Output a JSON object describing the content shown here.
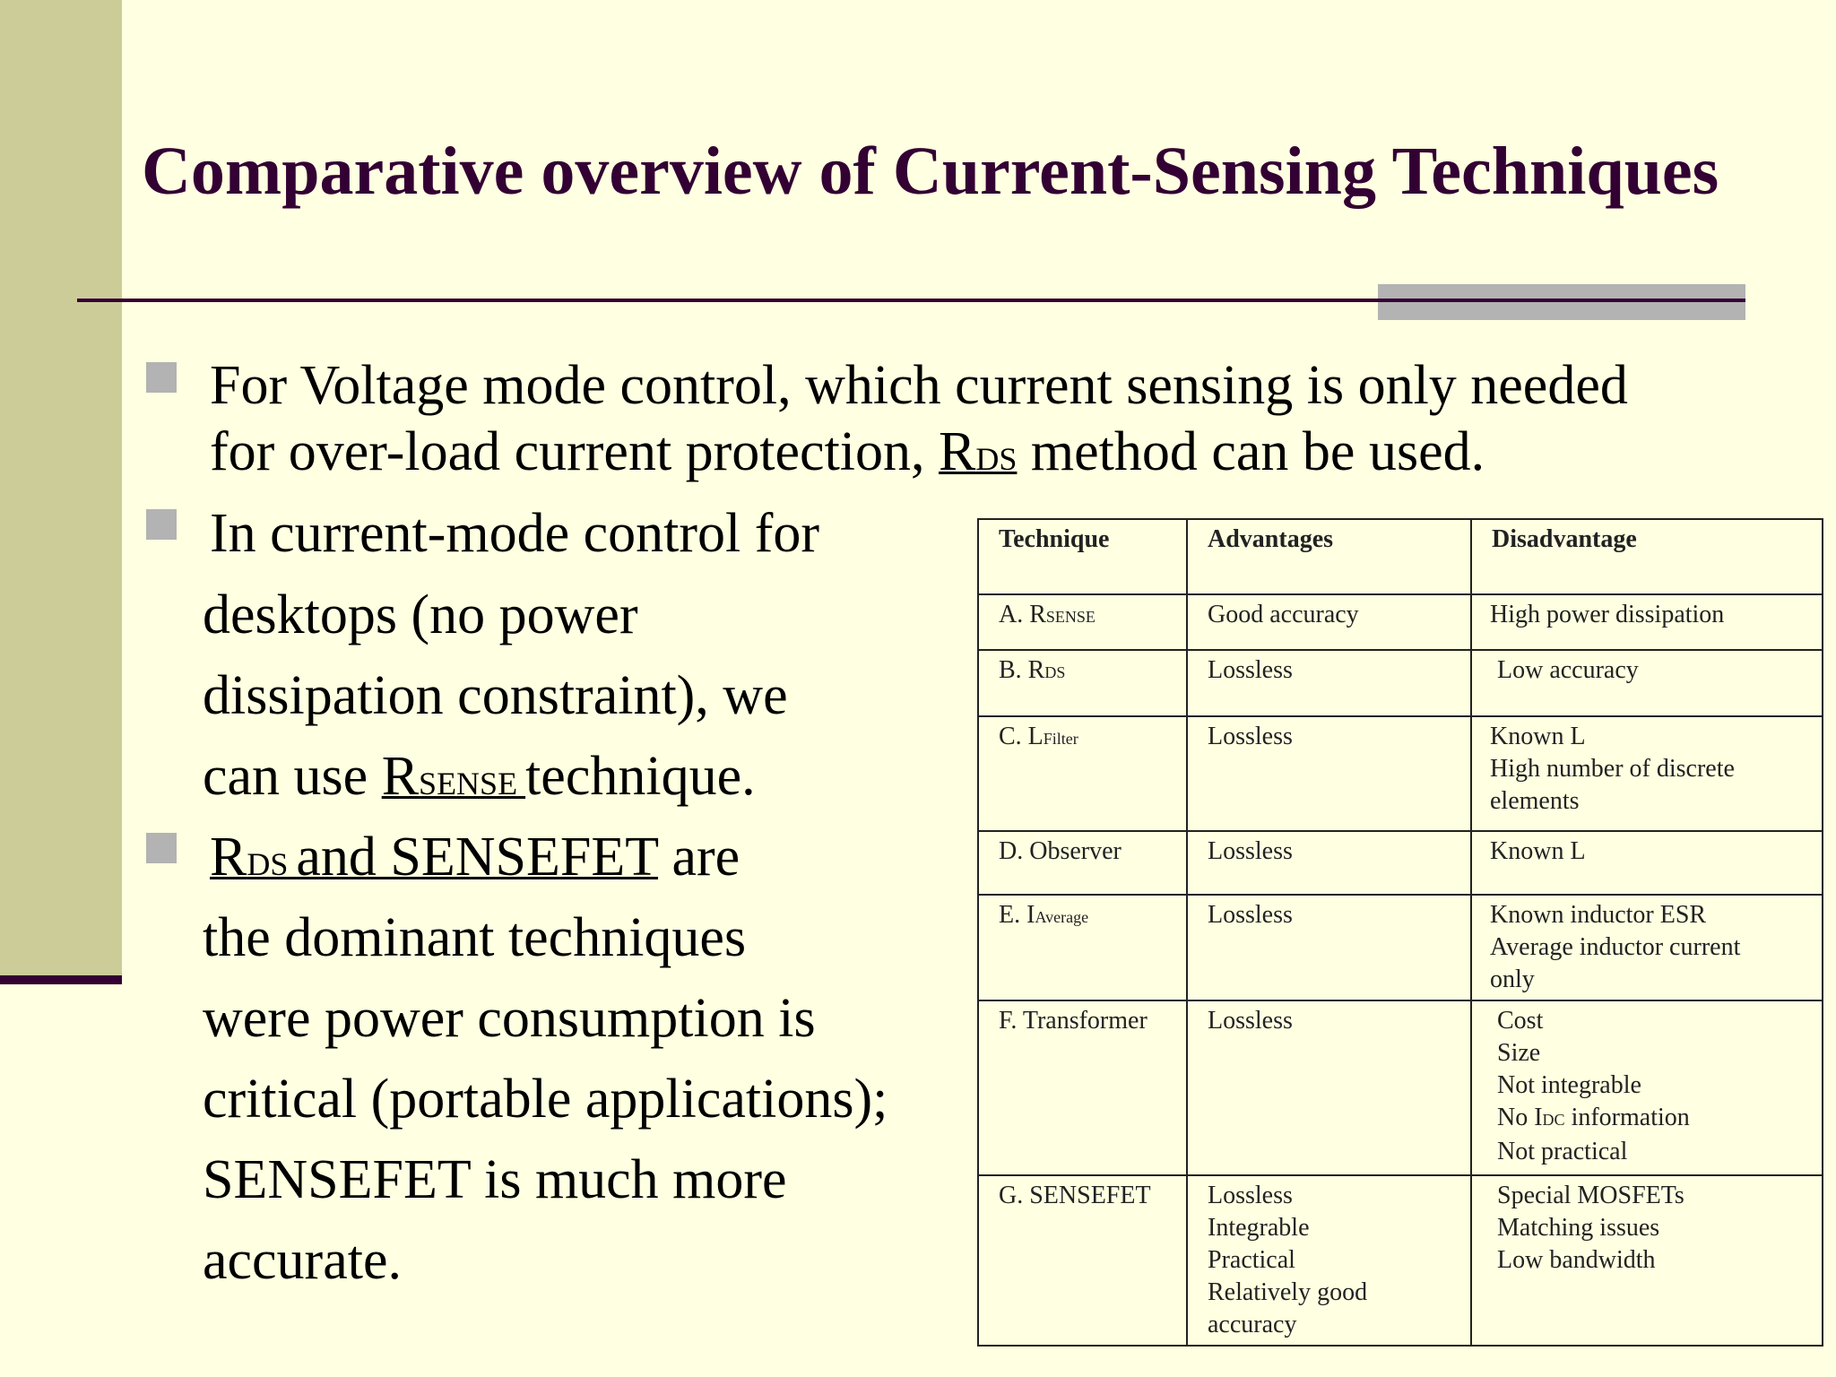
{
  "slide": {
    "title": "Comparative overview of Current-Sensing Techniques",
    "bullets": [
      {
        "line1": "For Voltage mode control, which current sensing is only needed",
        "line2_pre": "for over-load current protection, ",
        "line2_R": "R",
        "line2_sub": "DS",
        "line2_post": " method can be used."
      },
      {
        "line1": "In current-mode control for",
        "line2": "desktops (no power",
        "line3": "dissipation constraint), we",
        "line4_pre": "can use ",
        "line4_R": "R",
        "line4_sub": "SENSE ",
        "line4_post": "technique."
      },
      {
        "line1_R": "R",
        "line1_sub": "DS ",
        "line1_u": "and SENSEFET",
        "line1_post": " are",
        "line2": "the dominant techniques",
        "line3": "were power consumption is",
        "line4": "critical (portable applications);",
        "line5": "SENSEFET is much more",
        "line6": "accurate."
      }
    ]
  },
  "table": {
    "headers": [
      "Technique",
      "Advantages",
      "Disadvantage"
    ],
    "rows": [
      {
        "tech_main": "A. R",
        "tech_sub": "SENSE",
        "adv": [
          "Good accuracy"
        ],
        "dis": [
          "High power dissipation"
        ]
      },
      {
        "tech_main": "B. R",
        "tech_sub": "DS",
        "adv": [
          "Lossless"
        ],
        "dis": [
          " Low accuracy"
        ]
      },
      {
        "tech_main": "C. L",
        "tech_sub": "Filter",
        "adv": [
          "Lossless"
        ],
        "dis": [
          "Known L",
          "High number of discrete",
          "elements"
        ]
      },
      {
        "tech_main": "D. Observer",
        "tech_sub": "",
        "adv": [
          "Lossless"
        ],
        "dis": [
          "Known L"
        ]
      },
      {
        "tech_main": "E. I",
        "tech_sub": "Average",
        "adv": [
          "Lossless"
        ],
        "dis": [
          "Known inductor ESR",
          "Average inductor current",
          "only"
        ]
      },
      {
        "tech_main": "F. Transformer",
        "tech_sub": "",
        "adv": [
          "Lossless"
        ],
        "dis": [
          "Cost",
          "Size",
          "Not integrable"
        ],
        "dis_idc": {
          "pre": "No I",
          "sub": "DC",
          "post": " information"
        },
        "dis_last": "Not practical"
      },
      {
        "tech_main": "G. SENSEFET",
        "tech_sub": "",
        "adv": [
          "Lossless",
          "Integrable",
          "Practical",
          "Relatively good",
          "accuracy"
        ],
        "dis": [
          "Special MOSFETs",
          "Matching issues",
          "Low bandwidth"
        ]
      }
    ]
  }
}
